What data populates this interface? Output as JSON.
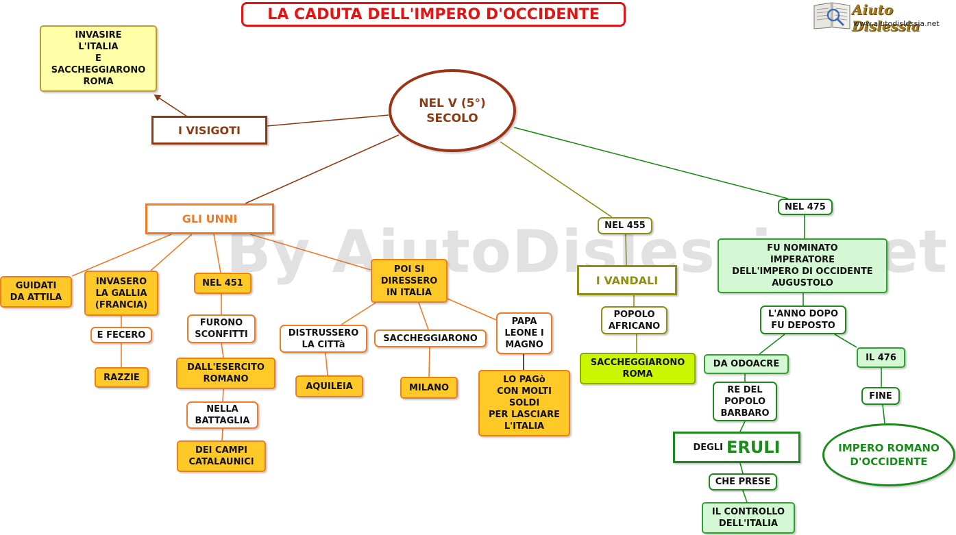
{
  "title": "LA CADUTA DELL'IMPERO D'OCCIDENTE",
  "watermark": "By AiutoDislessia.net",
  "logo": {
    "name": "Aiuto Dislessia",
    "url": "www.aiutodislessia.net"
  },
  "nodes": {
    "center": "NEL V (5°)\nSECOLO",
    "visigoti": "I VISIGOTI",
    "visigoti_action": "INVASIRE\nL'ITALIA\nE\nSACCHEGGIARONO\nROMA",
    "unni": "GLI UNNI",
    "guidati": "GUIDATI\nDA ATTILA",
    "invasero": "INVASERO\nLA GALLIA\n(FRANCIA)",
    "fecero": "E FECERO",
    "razzie": "RAZZIE",
    "nel451": "NEL 451",
    "furono": "FURONO\nSCONFITTI",
    "esercito": "DALL'ESERCITO\nROMANO",
    "battaglia": "NELLA\nBATTAGLIA",
    "campi": "DEI CAMPI\nCATALAUNICI",
    "diressero": "POI SI\nDIRESSERO\nIN ITALIA",
    "distrussero": "DISTRUSSERO\nLA CITTà",
    "aquileia": "AQUILEIA",
    "saccheggiarono": "SACCHEGGIARONO",
    "milano": "MILANO",
    "papa": "PAPA\nLEONE I\nMAGNO",
    "pago": "LO PAGò\nCON MOLTI\nSOLDI\nPER LASCIARE\nL'ITALIA",
    "nel455": "NEL 455",
    "vandali": "I VANDALI",
    "popolo": "POPOLO\nAFRICANO",
    "sacc_roma": "SACCHEGGIARONO\nROMA",
    "nel475": "NEL 475",
    "nominato": "FU NOMINATO\nIMPERATORE\nDELL'IMPERO DI OCCIDENTE\nAUGUSTOLO",
    "anno_dopo": "L'ANNO DOPO\nFU DEPOSTO",
    "odoacre": "DA ODOACRE",
    "re_popolo": "RE DEL\nPOPOLO\nBARBARO",
    "degli": "DEGLI",
    "eruli": "ERULI",
    "prese": "CHE PRESE",
    "controllo": "IL CONTROLLO\nDELL'ITALIA",
    "il476": "IL 476",
    "fine": "FINE",
    "impero": "IMPERO ROMANO\nD'OCCIDENTE"
  },
  "colors": {
    "brown": "#8b3a13",
    "orange": "#f27a26",
    "olive": "#8e8e16",
    "green": "#1b8c1b",
    "title_red": "#e31414"
  }
}
